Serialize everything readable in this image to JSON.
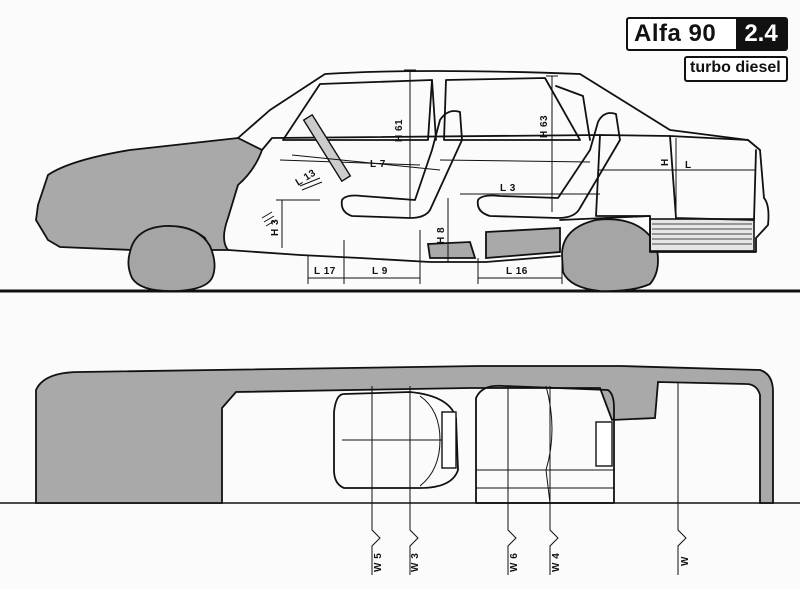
{
  "title": {
    "model": "Alfa 90",
    "engine": "2.4",
    "variant": "turbo diesel"
  },
  "side_view_labels": {
    "h61": "H 61",
    "h63": "H 63",
    "l7": "L 7",
    "l13": "L 13",
    "l3": "L 3",
    "h": "H",
    "l": "L",
    "h3": "H 3",
    "h8": "H 8",
    "l17": "L 17",
    "l9": "L 9",
    "l16": "L 16"
  },
  "top_view_labels": {
    "w5": "W 5",
    "w3": "W 3",
    "w6": "W 6",
    "w4": "W 4",
    "w": "W"
  }
}
